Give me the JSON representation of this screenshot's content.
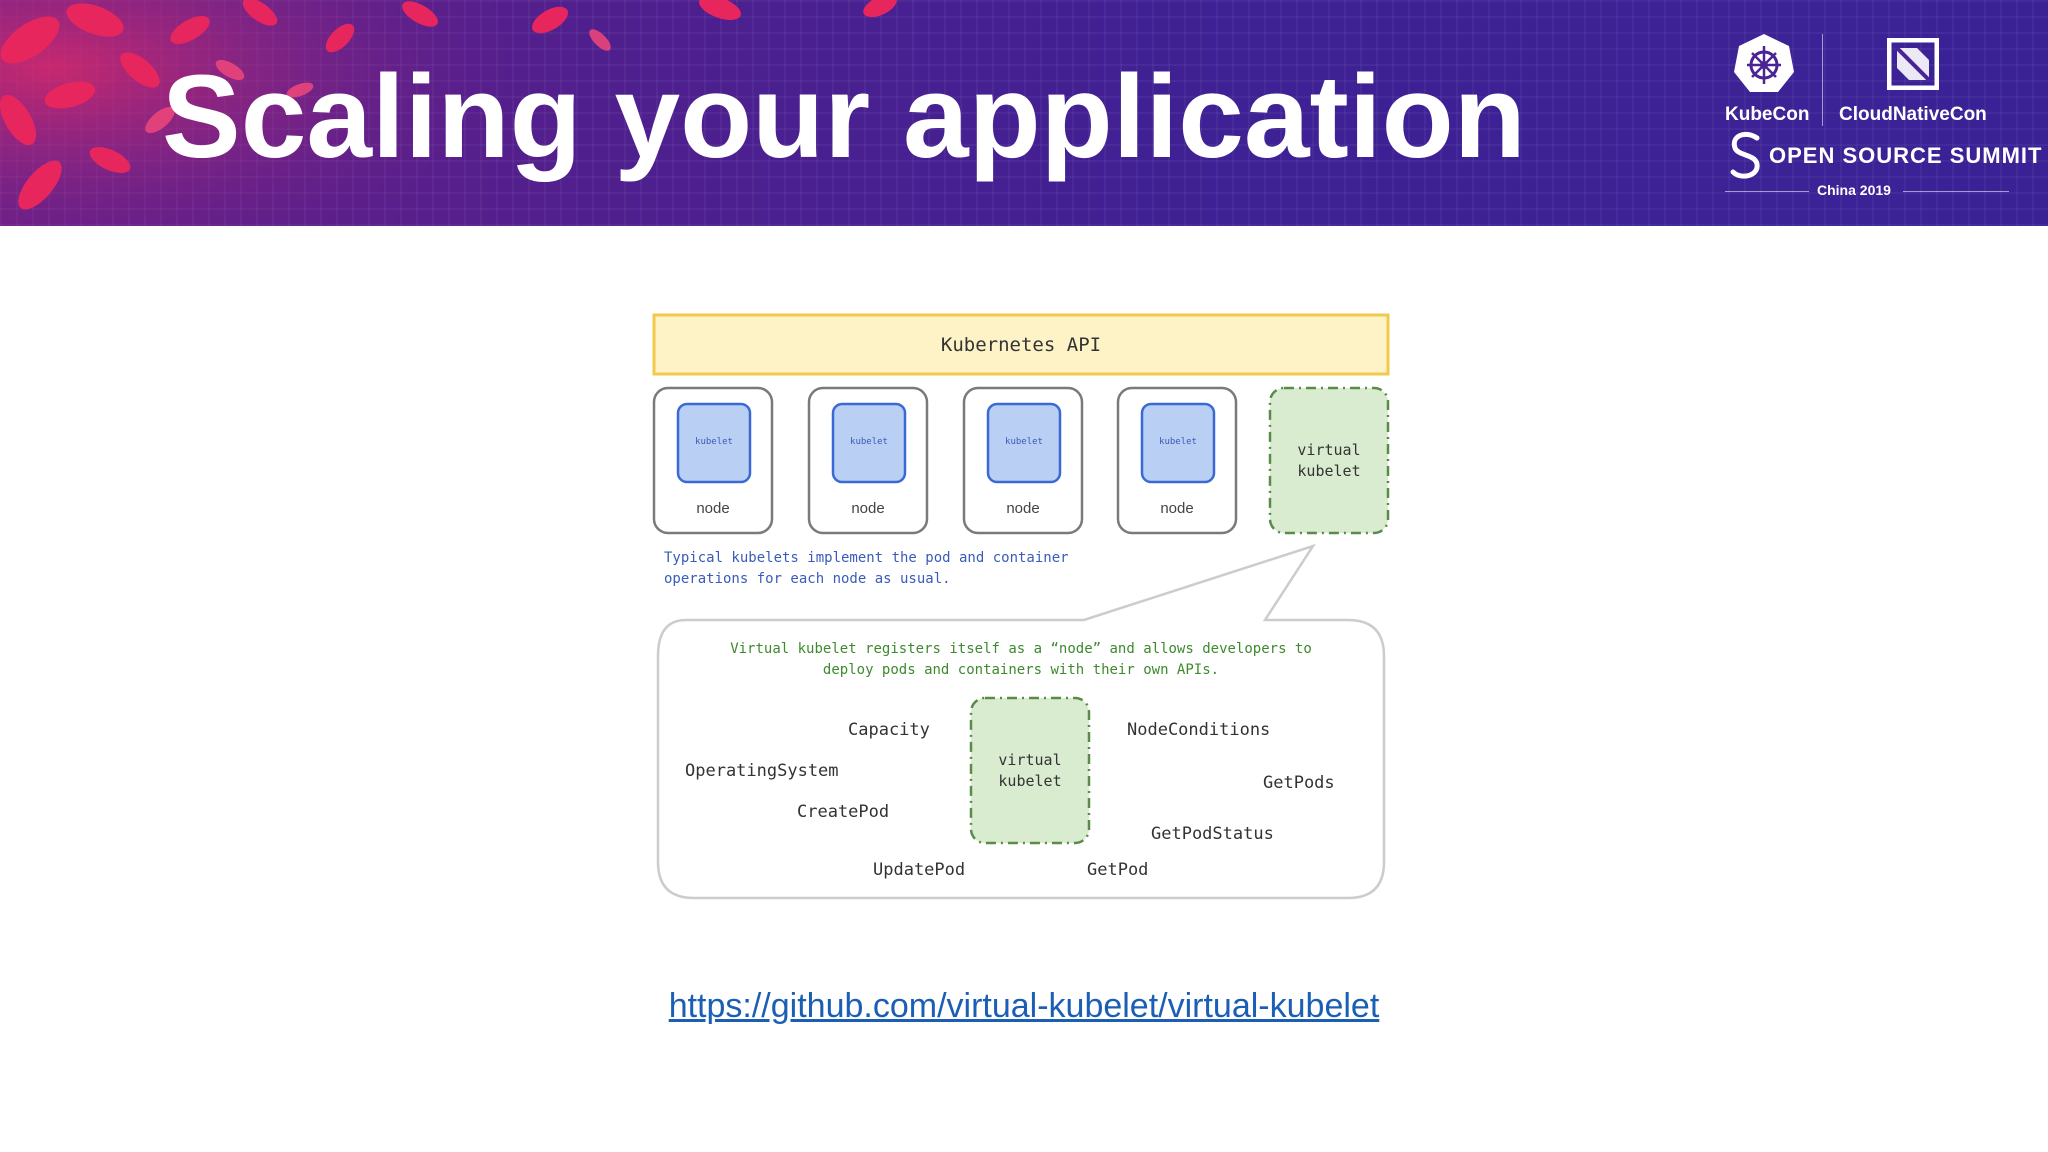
{
  "slide": {
    "title": "Scaling your application"
  },
  "logos": {
    "kubecon": "KubeCon",
    "cloudnativecon": "CloudNativeCon",
    "open_source_summit": "OPEN SOURCE SUMMIT",
    "edition": "China 2019"
  },
  "diagram": {
    "api_label": "Kubernetes API",
    "nodes": [
      {
        "kubelet": "kubelet",
        "node": "node"
      },
      {
        "kubelet": "kubelet",
        "node": "node"
      },
      {
        "kubelet": "kubelet",
        "node": "node"
      },
      {
        "kubelet": "kubelet",
        "node": "node"
      }
    ],
    "virtual_kubelet": "virtual\nkubelet",
    "note_typical": "Typical kubelets implement the pod and container\noperations for each node as usual.",
    "note_virtual": "Virtual kubelet registers itself as a “node” and allows developers to\ndeploy pods and containers with their own APIs.",
    "center_label": "virtual\nkubelet",
    "operations": {
      "capacity": "Capacity",
      "operating_system": "OperatingSystem",
      "create_pod": "CreatePod",
      "update_pod": "UpdatePod",
      "get_pod": "GetPod",
      "node_conditions": "NodeConditions",
      "get_pods": "GetPods",
      "get_pod_status": "GetPodStatus"
    },
    "colors": {
      "api_fill": "#fdf3c6",
      "api_stroke": "#f2c94c",
      "kubelet_fill": "#b9cff4",
      "kubelet_stroke": "#3a69d6",
      "vk_fill": "#d9ecd0",
      "vk_stroke": "#5b8a4a"
    }
  },
  "link": {
    "text": "https://github.com/virtual-kubelet/virtual-kubelet"
  }
}
